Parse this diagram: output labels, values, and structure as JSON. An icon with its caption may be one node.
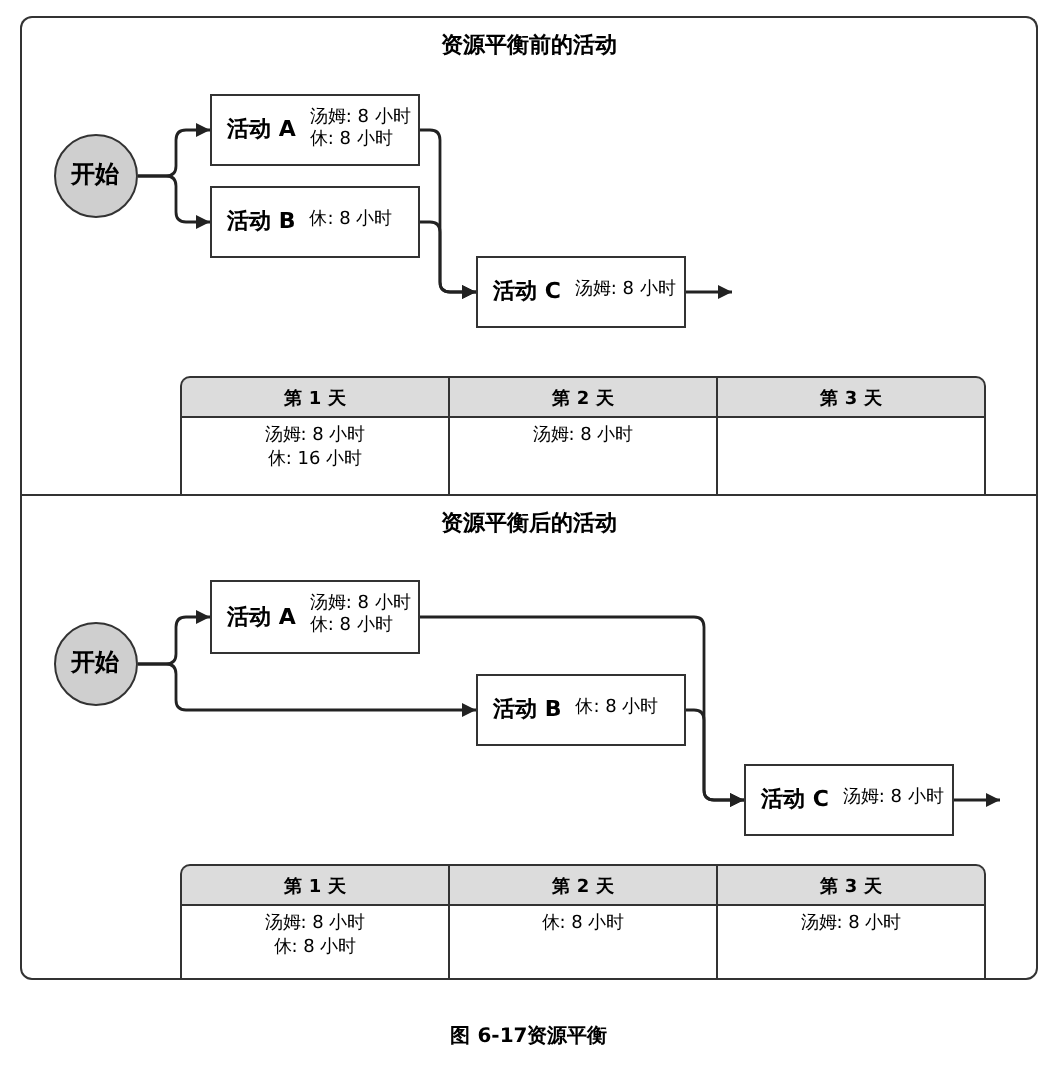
{
  "diagram": {
    "caption": "图 6-17资源平衡",
    "nodes": [
      {
        "text": [
          "资源平衡前的活动"
        ]
      },
      {
        "text": [
          "开始"
        ],
        "in": 0
      },
      {
        "text": [
          "活动 A",
          "汤姆: 8 小时休: 8 小时"
        ],
        "in": 0
      },
      {
        "text": [
          "活动 B",
          "休: 8 小时"
        ],
        "in": 0
      },
      {
        "text": [
          "活动 C",
          "汤姆: 8 小时"
        ],
        "in": 0
      },
      {
        "text": [
          "资源平衡后的活动"
        ]
      },
      {
        "text": [
          "开始"
        ],
        "in": 5
      },
      {
        "text": [
          "活动 A",
          "汤姆: 8 小时休: 8 小时"
        ],
        "in": 5
      },
      {
        "text": [
          "活动 B",
          "休: 8 小时"
        ],
        "in": 5
      },
      {
        "text": [
          "活动 C",
          "汤姆: 8 小时"
        ],
        "in": 5
      }
    ],
    "edges": [
      {
        "from": 1,
        "to": 2,
        "arrow": "to"
      },
      {
        "from": 1,
        "to": 3,
        "arrow": "to"
      },
      {
        "from": 2,
        "to": 4,
        "arrow": "to"
      },
      {
        "from": 3,
        "to": 4,
        "arrow": "to"
      },
      {
        "from": 4,
        "to": null,
        "arrow": "to"
      },
      {
        "from": 6,
        "to": 7,
        "arrow": "to"
      },
      {
        "from": 6,
        "to": 8,
        "arrow": "to"
      },
      {
        "from": 7,
        "to": 9,
        "arrow": "to"
      },
      {
        "from": 8,
        "to": 9,
        "arrow": "to"
      },
      {
        "from": 9,
        "to": null,
        "arrow": "to"
      }
    ],
    "labels": [
      "第 1 天",
      "第 2 天",
      "第 3 天",
      "汤姆: 8 小时休: 16 小时",
      "汤姆: 8 小时",
      "第 1 天",
      "第 2 天",
      "第 3 天",
      "汤姆: 8 小时休: 8 小时",
      "休: 8 小时",
      "汤姆: 8 小时"
    ]
  }
}
